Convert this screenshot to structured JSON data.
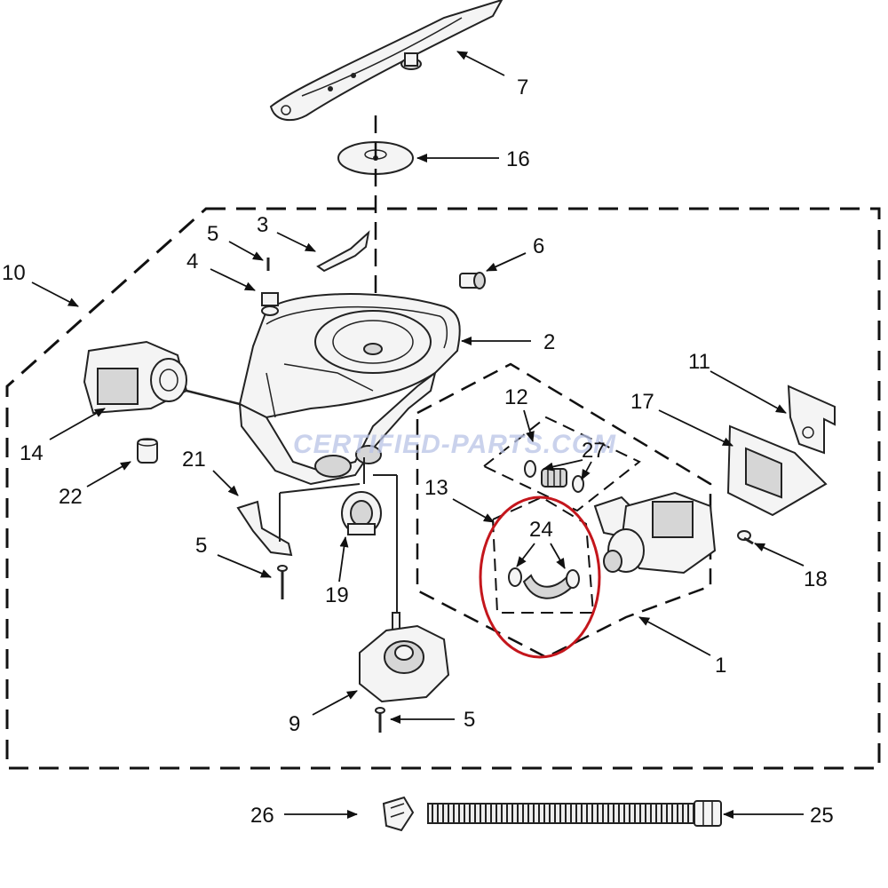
{
  "watermark": "CERTIFIED-PARTS.COM",
  "highlight_color": "#c4161c",
  "callouts": {
    "c1": "1",
    "c2": "2",
    "c3": "3",
    "c4": "4",
    "c5a": "5",
    "c5b": "5",
    "c5c": "5",
    "c6": "6",
    "c7": "7",
    "c9": "9",
    "c10": "10",
    "c11": "11",
    "c12": "12",
    "c13": "13",
    "c14": "14",
    "c16": "16",
    "c17": "17",
    "c18": "18",
    "c19": "19",
    "c21": "21",
    "c22": "22",
    "c24": "24",
    "c25": "25",
    "c26": "26",
    "c27": "27"
  }
}
